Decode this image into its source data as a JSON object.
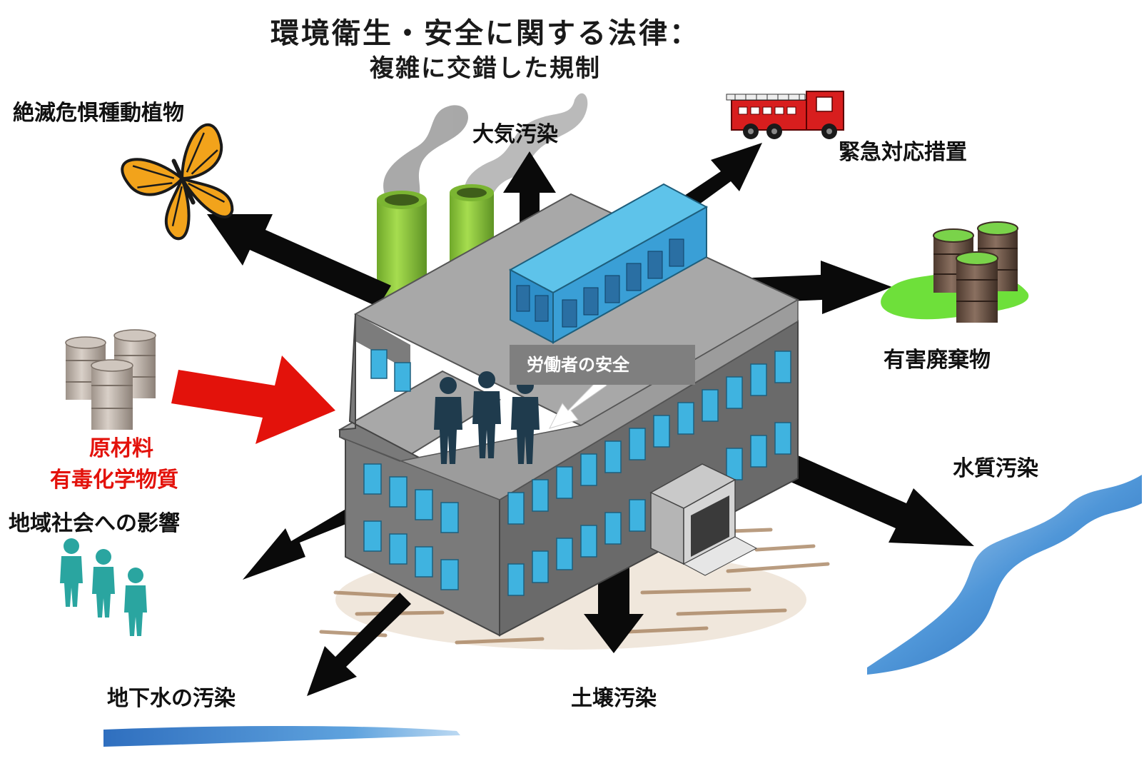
{
  "title": {
    "line1": "環境衛生・安全に関する法律：",
    "line2": "複雑に交錯した規制"
  },
  "labels": {
    "endangered_species": "絶滅危惧種動植物",
    "air_pollution": "大気汚染",
    "emergency_response": "緊急対応措置",
    "hazardous_waste": "有害廃棄物",
    "worker_safety": "労働者の安全",
    "raw_materials": "原材料",
    "toxic_chemicals": "有毒化学物質",
    "community_impact": "地域社会への影響",
    "water_pollution": "水質汚染",
    "groundwater_pollution": "地下水の汚染",
    "soil_pollution": "土壌汚染"
  },
  "colors": {
    "arrow": "#0a0a0a",
    "input_arrow": "#e3120b",
    "factory_wall": "#7a7a7a",
    "factory_roof": "#a8a8a8",
    "window": "#3fb3e0",
    "smokestack": "#8cc63f",
    "rooftop_unit": "#2e8fc9",
    "worker_figure": "#1f3b4d",
    "community_figure": "#2aa5a0",
    "barrel": "#b8ada3",
    "waste_barrel": "#6b5344",
    "waste_spill": "#6ee03a",
    "fire_truck": "#d81e1e",
    "water": "#2f78c4",
    "soil_stain": "#8a5a2b"
  },
  "icons": [
    "butterfly-icon",
    "fire-truck-icon",
    "waste-barrels-icon",
    "raw-material-barrels-icon",
    "community-people-icon",
    "worker-figures-icon",
    "river-icon",
    "groundwater-icon",
    "smokestack-icon",
    "factory-building-icon"
  ]
}
